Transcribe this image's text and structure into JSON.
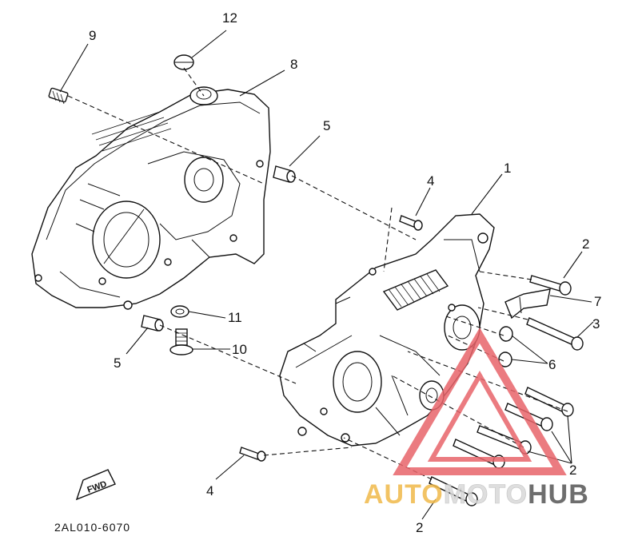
{
  "diagram": {
    "callouts": [
      {
        "id": "label-12",
        "text": "12"
      },
      {
        "id": "label-9",
        "text": "9"
      },
      {
        "id": "label-8",
        "text": "8"
      },
      {
        "id": "label-5-top",
        "text": "5"
      },
      {
        "id": "label-4-top",
        "text": "4"
      },
      {
        "id": "label-1",
        "text": "1"
      },
      {
        "id": "label-2-right",
        "text": "2"
      },
      {
        "id": "label-7",
        "text": "7"
      },
      {
        "id": "label-3",
        "text": "3"
      },
      {
        "id": "label-6",
        "text": "6"
      },
      {
        "id": "label-11",
        "text": "11"
      },
      {
        "id": "label-10",
        "text": "10"
      },
      {
        "id": "label-5-bottom",
        "text": "5"
      },
      {
        "id": "label-2-lower",
        "text": "2"
      },
      {
        "id": "label-4-bottom",
        "text": "4"
      },
      {
        "id": "label-2-bottom",
        "text": "2"
      }
    ],
    "fwd_mark": "FWD",
    "diagram_code": "2AL010-6070"
  },
  "watermark": {
    "text_a": "AUTO",
    "text_b": "MOTO",
    "text_c": "HUB",
    "color_a": "#f0b94a",
    "color_b": "#d9d9d9",
    "color_c": "#555555",
    "triangle_color": "#e8646a"
  }
}
